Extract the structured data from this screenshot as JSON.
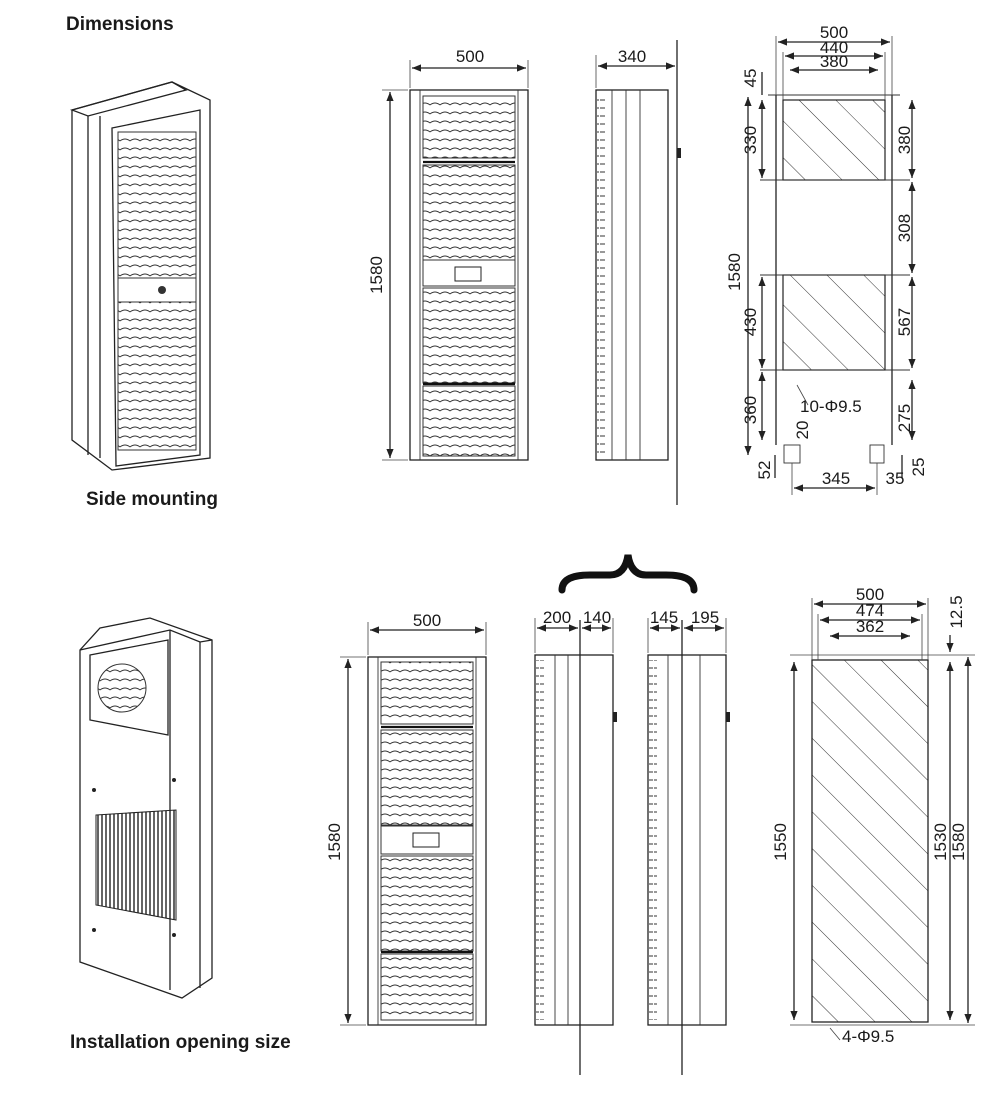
{
  "title": "Dimensions",
  "captions": {
    "side_mounting": "Side mounting",
    "installation_opening": "Installation opening size"
  },
  "side_mounting": {
    "front_width": "500",
    "front_height": "1580",
    "side_depth": "340",
    "template": {
      "width_outer": "500",
      "width_mid": "440",
      "width_inner": "380",
      "top_offset": "45",
      "upper_cut": "330",
      "upper_cut_right": "380",
      "gap_right": "308",
      "lower_cut": "430",
      "lower_cut_right": "567",
      "bottom_left": "360",
      "bottom_right": "275",
      "overall_height": "1580",
      "foot_20": "20",
      "foot_52": "52",
      "foot_345": "345",
      "foot_35": "35",
      "foot_25": "25",
      "holes": "10-Φ9.5"
    }
  },
  "installation_opening": {
    "front_width": "500",
    "front_height": "1580",
    "side_a_outside": "200",
    "side_a_inside": "140",
    "side_b_inside": "145",
    "side_b_outside": "195",
    "template": {
      "width_outer": "500",
      "width_mid": "474",
      "width_inner": "362",
      "top_offset": "12.5",
      "cut_height": "1550",
      "hole_span": "1530",
      "overall_height": "1580",
      "holes": "4-Φ9.5"
    }
  }
}
